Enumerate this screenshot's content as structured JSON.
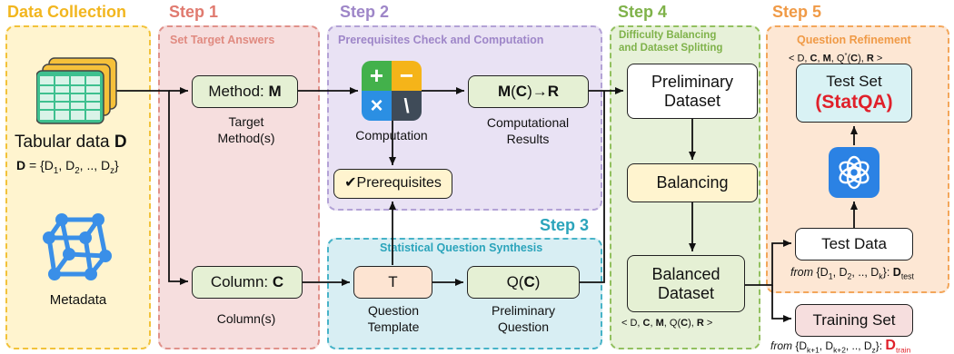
{
  "steps": {
    "data_collection": "Data Collection",
    "step1": "Step 1",
    "step2": "Step 2",
    "step3": "Step 3",
    "step4": "Step 4",
    "step5": "Step 5"
  },
  "subtitles": {
    "set_target": "Set Target Answers",
    "prereq_check": "Prerequisites Check and Computation",
    "stat_question": "Statistical Question Synthesis",
    "difficulty_1": "Difficulty Balancing",
    "difficulty_2": "and Dataset Splitting",
    "question_refinement": "Question Refinement"
  },
  "data_collection": {
    "tabular_label": "Tabular data",
    "tabular_symbol": "D",
    "set_prefix": "D = {D",
    "set_sub1": "1",
    "set_mid1": ", D",
    "set_sub2": "2",
    "set_mid2": ", .., D",
    "set_subz": "z",
    "set_close": "}",
    "metadata_label": "Metadata"
  },
  "step1": {
    "method_label": "Method:",
    "method_symbol": "M",
    "method_caption_1": "Target",
    "method_caption_2": "Method(s)",
    "column_label": "Column:",
    "column_symbol": "C",
    "column_caption": "Column(s)"
  },
  "step2": {
    "calc_plus": "+",
    "calc_minus": "−",
    "calc_times": "×",
    "calc_div": "\\",
    "computation_caption": "Computation",
    "result_node_m": "M",
    "result_node_open": "(",
    "result_node_c": "C",
    "result_node_close": ")",
    "result_node_arrow": " → ",
    "result_node_r": "R",
    "result_caption_1": "Computational",
    "result_caption_2": "Results",
    "prereq_check": "✔",
    "prereq_label": "Prerequisites"
  },
  "step3": {
    "template_symbol": "T",
    "template_caption_1": "Question",
    "template_caption_2": "Template",
    "question_node_q": "Q(",
    "question_node_c": "C",
    "question_node_close": ")",
    "question_caption_1": "Preliminary",
    "question_caption_2": "Question"
  },
  "step4": {
    "prelim_1": "Preliminary",
    "prelim_2": "Dataset",
    "balancing": "Balancing",
    "balanced_1": "Balanced",
    "balanced_2": "Dataset",
    "tuple_open": "< D, ",
    "tuple_c": "C",
    "tuple_sep1": ", ",
    "tuple_m": "M",
    "tuple_mid": ", Q(",
    "tuple_c2": "C",
    "tuple_mid2": "), ",
    "tuple_r": "R",
    "tuple_close": " >"
  },
  "step5": {
    "tuple_open": "< D, ",
    "tuple_c": "C",
    "tuple_sep1": ", ",
    "tuple_m": "M",
    "tuple_mid": ", Q",
    "tuple_star": "*",
    "tuple_paren": "(",
    "tuple_c2": "C",
    "tuple_mid2": "), ",
    "tuple_r": "R",
    "tuple_close": " >",
    "test_set": "Test Set",
    "statqa": "(StatQA)",
    "test_data": "Test Data",
    "test_from_prefix": "from",
    "test_from_set": " {D",
    "test_sub1": "1",
    "test_mid1": ", D",
    "test_sub2": "2",
    "test_mid2": ", .., D",
    "test_subk": "k",
    "test_close": "}: ",
    "test_d": "D",
    "test_d_sub": "test",
    "training_set": "Training Set",
    "train_from_prefix": "from",
    "train_from_set": " {D",
    "train_sub1": "k+1",
    "train_mid1": ", D",
    "train_sub2": "k+2",
    "train_mid2": ", .., D",
    "train_subz": "z",
    "train_close": "}: ",
    "train_d": "D",
    "train_d_sub": "train"
  },
  "colors": {
    "data_collection": "#f2b61f",
    "step1": "#e07a6f",
    "step2": "#9e86c8",
    "step3": "#2ba4bb",
    "step4": "#7fb24a",
    "step5": "#f09a46",
    "statqa_red": "#e0202a"
  }
}
